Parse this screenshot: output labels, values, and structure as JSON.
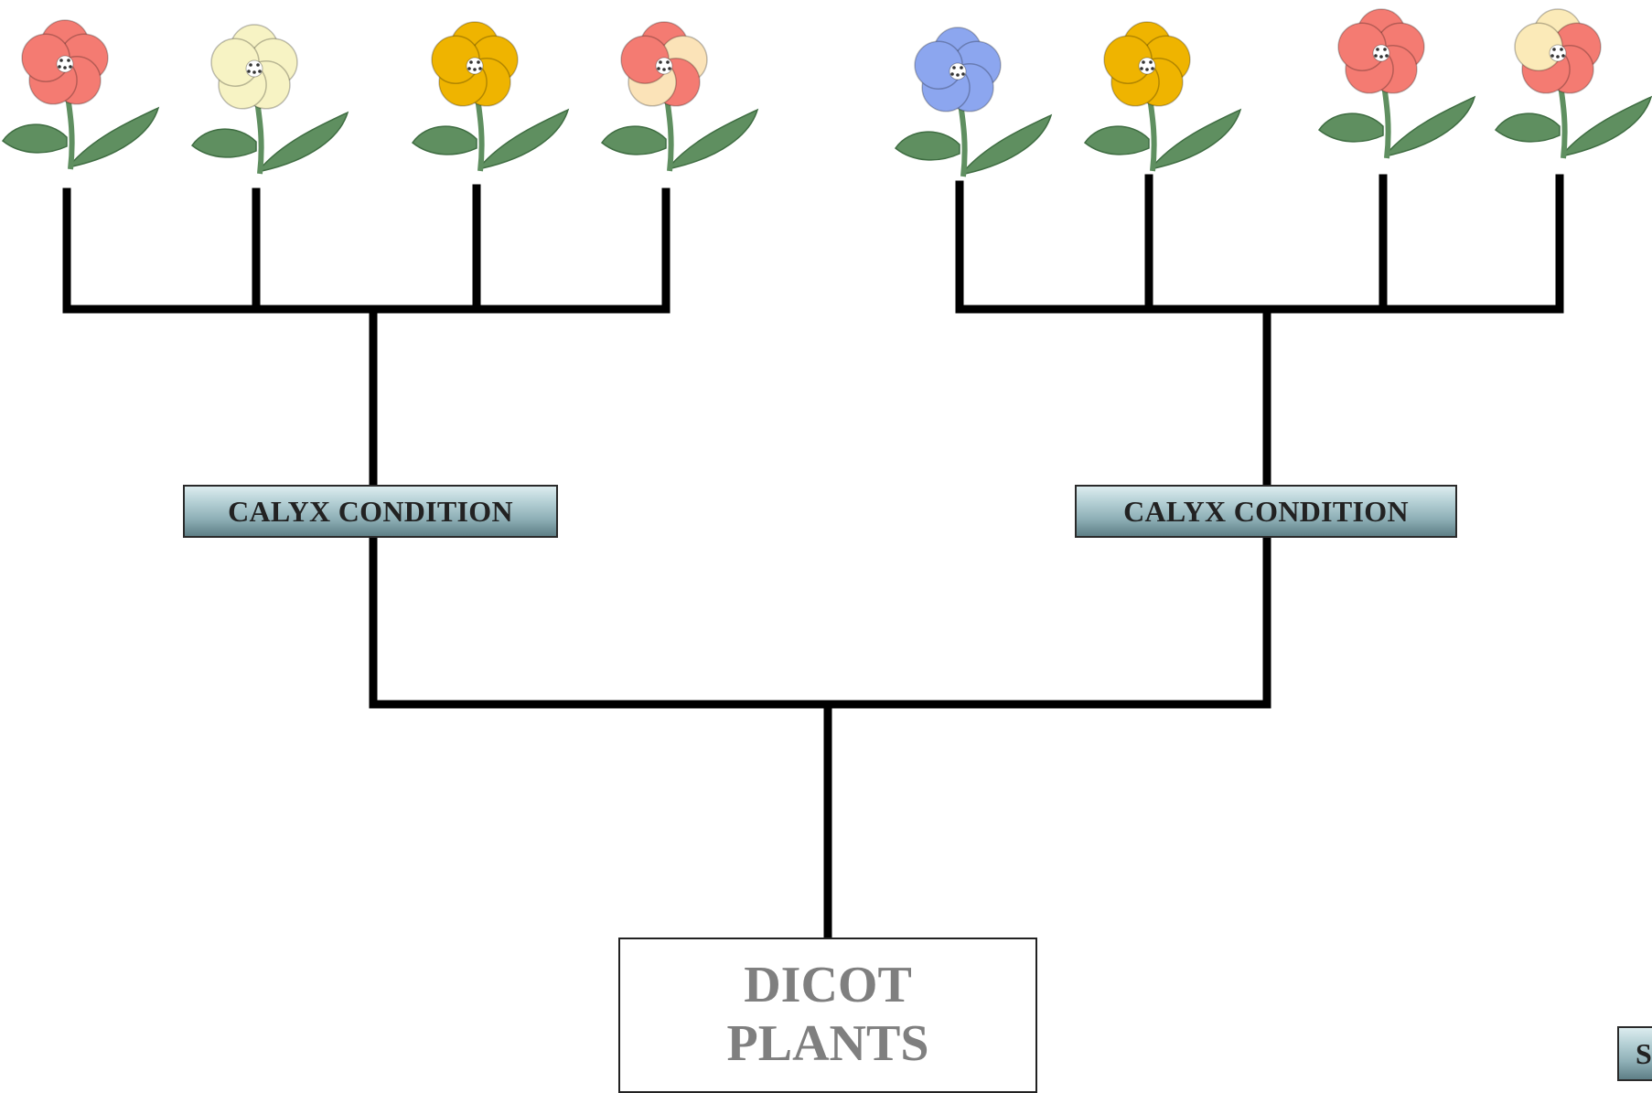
{
  "diagram": {
    "root_label": [
      "DICOT",
      "PLANTS"
    ],
    "left_branch_label": "CALYX CONDITION",
    "right_branch_label": "CALYX CONDITION",
    "partial_box_text": "S",
    "line_color": "#000000",
    "flowers": [
      {
        "group": "left",
        "petal_color": "#f47b72",
        "highlight": "#f7a79f",
        "icon": "flower-icon"
      },
      {
        "group": "left",
        "petal_color": "#f7f3c4",
        "highlight": "#fcfbe6",
        "icon": "flower-icon"
      },
      {
        "group": "left",
        "petal_color": "#efb400",
        "highlight": "#f8cf3a",
        "icon": "flower-icon"
      },
      {
        "group": "left",
        "petal_color": "#f47b72",
        "highlight": "#fbe3b8",
        "icon": "flower-icon"
      },
      {
        "group": "right",
        "petal_color": "#8ca6ef",
        "highlight": "#b7c8f7",
        "icon": "flower-icon"
      },
      {
        "group": "right",
        "petal_color": "#efb400",
        "highlight": "#f8cf3a",
        "icon": "flower-icon"
      },
      {
        "group": "right",
        "petal_color": "#f47b72",
        "highlight": "#f7a79f",
        "icon": "flower-icon"
      },
      {
        "group": "right",
        "petal_color": "#f47b72",
        "highlight": "#fbeab8",
        "icon": "flower-icon"
      }
    ],
    "leaf_color": "#5f8f60",
    "stem_color": "#5f8f60"
  }
}
